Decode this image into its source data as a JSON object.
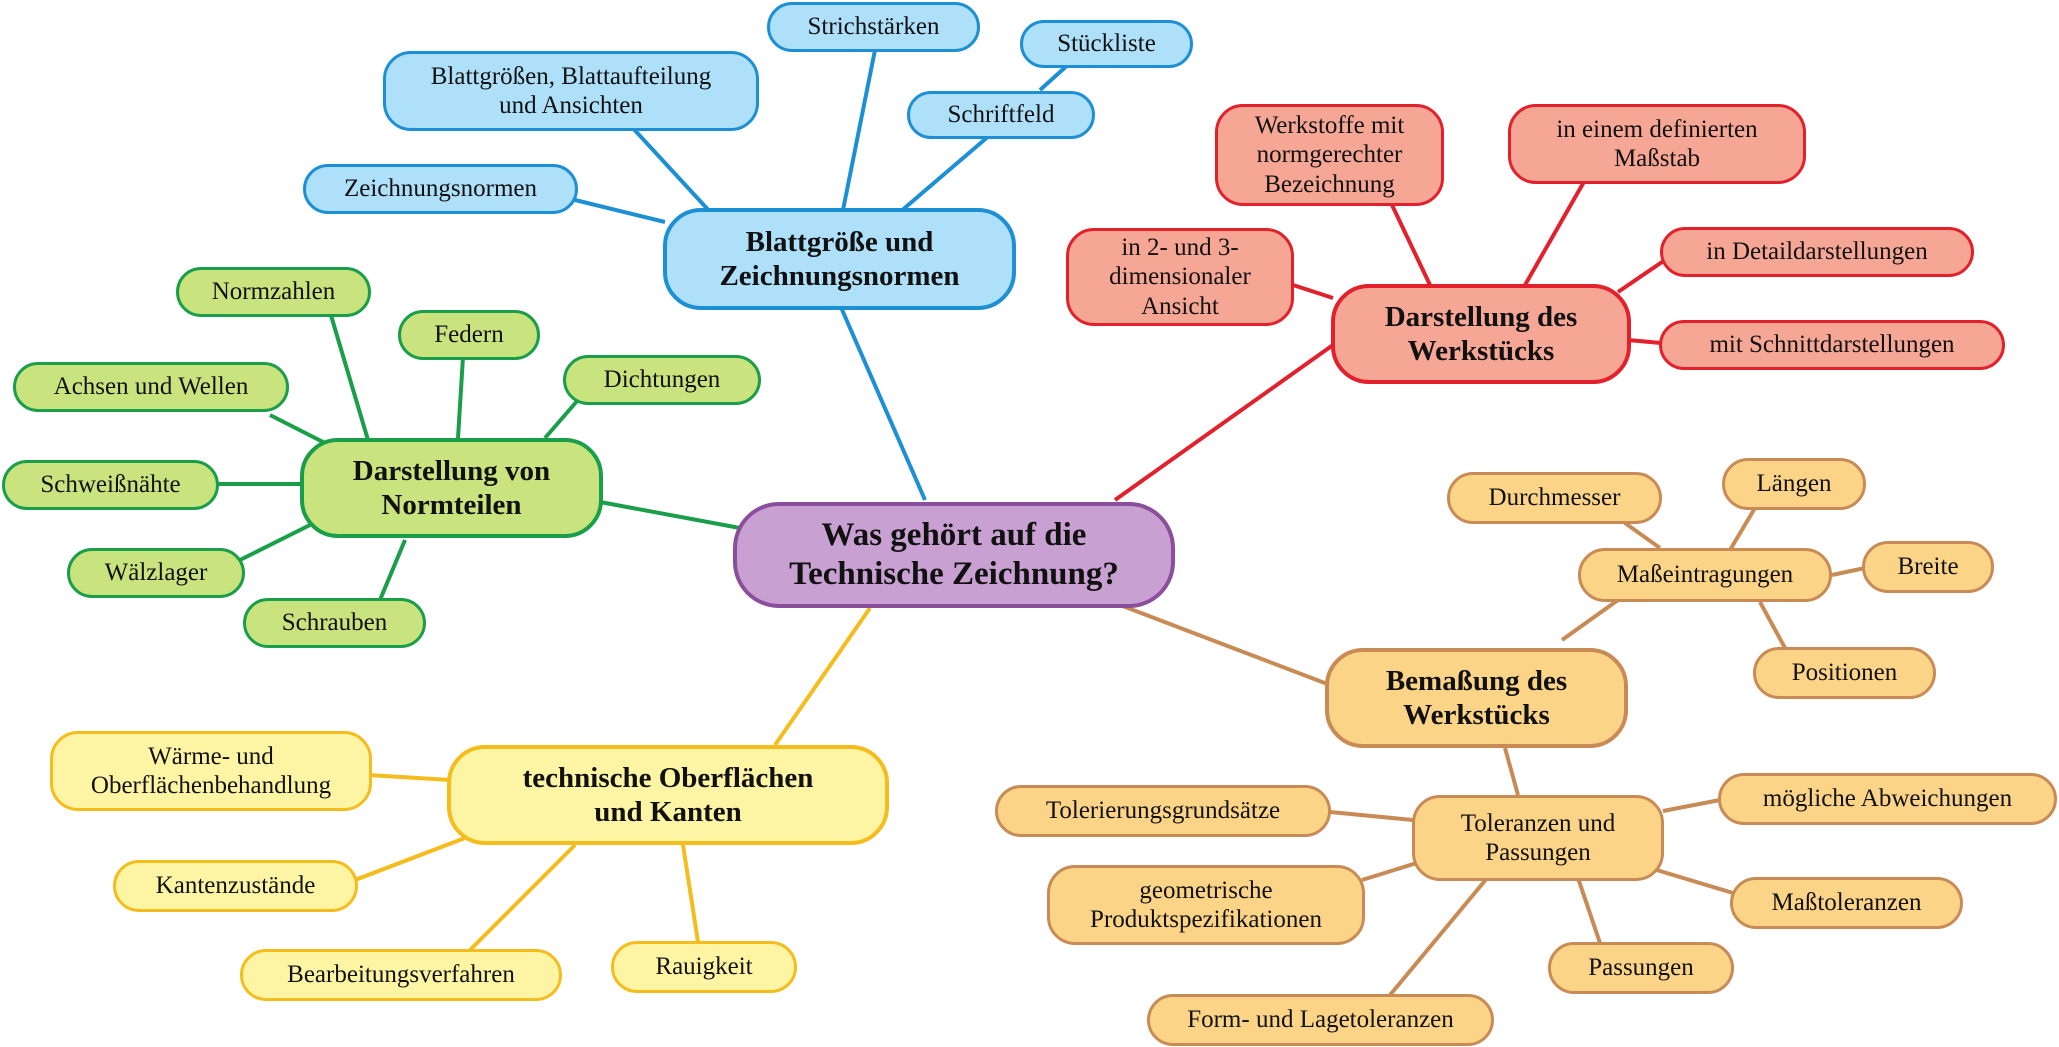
{
  "root": {
    "label": "Was gehört auf die\nTechnische Zeichnung?"
  },
  "blatt": {
    "label": "Blattgröße und\nZeichnungsnormen",
    "children": [
      "Strichstärken",
      "Blattgrößen, Blattaufteilung\nund Ansichten",
      "Zeichnungsnormen",
      "Schriftfeld",
      "Stückliste"
    ]
  },
  "werkstueck": {
    "label": "Darstellung des\nWerkstücks",
    "children": [
      "Werkstoffe mit\nnormgerechter\nBezeichnung",
      "in einem definierten\nMaßstab",
      "in 2- und 3-\ndimensionaler\nAnsicht",
      "in Detaildarstellungen",
      "mit Schnittdarstellungen"
    ]
  },
  "normteile": {
    "label": "Darstellung von\nNormteilen",
    "children": [
      "Normzahlen",
      "Federn",
      "Dichtungen",
      "Achsen und Wellen",
      "Schweißnähte",
      "Wälzlager",
      "Schrauben"
    ]
  },
  "bemassung": {
    "label": "Bemaßung des\nWerkstücks",
    "masseintragungen": {
      "label": "Maßeintragungen",
      "children": [
        "Durchmesser",
        "Längen",
        "Breite",
        "Positionen"
      ]
    },
    "toleranzen": {
      "label": "Toleranzen und\nPassungen",
      "children": [
        "Tolerierungsgrundsätze",
        "mögliche Abweichungen",
        "geometrische\nProduktspezifikationen",
        "Maßtoleranzen",
        "Passungen",
        "Form- und Lagetoleranzen"
      ]
    }
  },
  "oberflaechen": {
    "label": "technische Oberflächen\nund Kanten",
    "children": [
      "Wärme- und\nOberflächenbehandlung",
      "Kantenzustände",
      "Bearbeitungsverfahren",
      "Rauigkeit"
    ]
  },
  "colors": {
    "blue_fill": "#aee0fa",
    "blue_line": "#1d8fd4",
    "red_fill": "#f6a694",
    "red_line": "#e2212c",
    "green_fill": "#c9e37f",
    "green_line": "#1a9e4a",
    "orange_fill": "#fbd487",
    "orange_line": "#c98b55",
    "yellow_fill": "#fdf5a4",
    "yellow_line": "#f4bc1c",
    "purple_fill": "#c9a0d2",
    "purple_line": "#8a4e9b"
  }
}
